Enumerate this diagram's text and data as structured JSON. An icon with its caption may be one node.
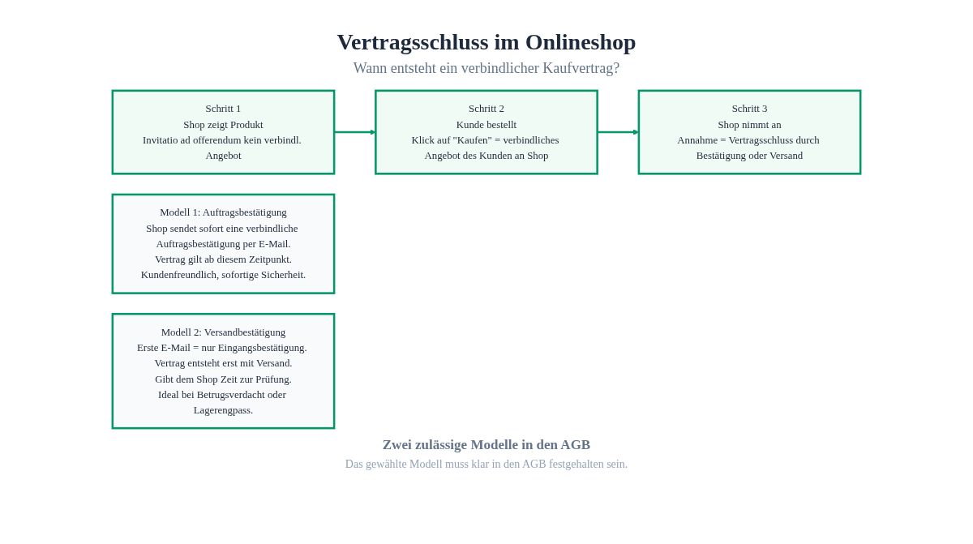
{
  "diagram": {
    "title": "Vertragsschluss im Onlineshop",
    "caption": "Das gewählte Modell muss klar in den AGB festgehalten sein.",
    "nodes": [
      {
        "text": [
          "Schritt 1",
          "Shop zeigt Produkt",
          "Invitatio ad offerendum kein verbindl. Angebot"
        ]
      },
      {
        "text": [
          "Schritt 2",
          "Kunde bestellt",
          "Klick auf \"Kaufen\" = verbindliches Angebot des Kunden an Shop"
        ]
      },
      {
        "text": [
          "Schritt 3",
          "Shop nimmt an",
          "Annahme = Vertragsschluss durch Bestätigung oder Versand"
        ]
      },
      {
        "text": [
          "Modell 1: Auftragsbestätigung",
          "Shop sendet sofort eine verbindliche Auftragsbestätigung per E-Mail.",
          "Vertrag gilt ab diesem Zeitpunkt.",
          "Kundenfreundlich, sofortige Sicherheit."
        ]
      },
      {
        "text": [
          "Modell 2: Versandbestätigung",
          "Erste E-Mail = nur Eingangsbestätigung. Vertrag entsteht erst mit Versand.",
          "Gibt dem Shop Zeit zur Prüfung.",
          "Ideal bei Betrugsverdacht oder Lagerengpass."
        ]
      }
    ],
    "edges": [
      {
        "from": 0,
        "to": 1,
        "arrow": "to"
      },
      {
        "from": 1,
        "to": 2,
        "arrow": "to"
      }
    ],
    "labels": [
      "Wann entsteht ein verbindlicher Kaufvertrag?",
      "Zwei zulässige Modelle in den AGB"
    ]
  }
}
